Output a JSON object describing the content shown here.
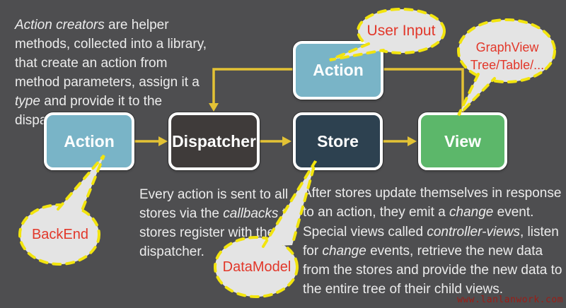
{
  "colors": {
    "bg": "#4e4e50",
    "box_action": "#79b4c7",
    "box_dispatcher": "#3f3b3a",
    "box_store": "#2d4150",
    "box_view": "#5cb76a",
    "box_border": "#ffffff",
    "connector": "#e3c235",
    "bubble_fill": "#e4e4e4",
    "bubble_border": "#f2e40e",
    "bubble_text": "#e2372a",
    "body_text": "#ececec",
    "watermark_color": "#9c1d16"
  },
  "boxes": {
    "action_top": {
      "label": "Action"
    },
    "action_left": {
      "label": "Action"
    },
    "dispatcher": {
      "label": "Dispatcher"
    },
    "store": {
      "label": "Store"
    },
    "view": {
      "label": "View"
    }
  },
  "bubbles": {
    "user_input": {
      "label": "User Input"
    },
    "graphview": {
      "lines": [
        "GraphView",
        "Tree/Table/..."
      ]
    },
    "backend": {
      "label": "BackEnd"
    },
    "datamodel": {
      "label": "DataModel"
    }
  },
  "paragraphs": {
    "action_creators": {
      "parts": [
        {
          "text": "Action creators",
          "italic": true
        },
        {
          "text": " are helper methods, collected into a library, that create an action from method parameters, assign it a ",
          "italic": false
        },
        {
          "text": "type",
          "italic": true
        },
        {
          "text": " and provide it to the dispatcher.",
          "italic": false
        }
      ]
    },
    "every_action": {
      "parts": [
        {
          "text": "Every action is sent to all stores via the ",
          "italic": false
        },
        {
          "text": "callbacks",
          "italic": true
        },
        {
          "text": " the stores register with the dispatcher.",
          "italic": false
        }
      ]
    },
    "after_stores": {
      "parts": [
        {
          "text": "After stores update themselves in response to an action, they emit a ",
          "italic": false
        },
        {
          "text": "change",
          "italic": true
        },
        {
          "text": " event.",
          "italic": false
        }
      ]
    },
    "special_views": {
      "parts": [
        {
          "text": "Special views called ",
          "italic": false
        },
        {
          "text": "controller-views",
          "italic": true
        },
        {
          "text": ", listen for ",
          "italic": false
        },
        {
          "text": "change",
          "italic": true
        },
        {
          "text": " events, retrieve the new data from the stores and provide the new data to the entire tree of their child views.",
          "italic": false
        }
      ]
    }
  },
  "watermark": "www.lanlanwork.com"
}
